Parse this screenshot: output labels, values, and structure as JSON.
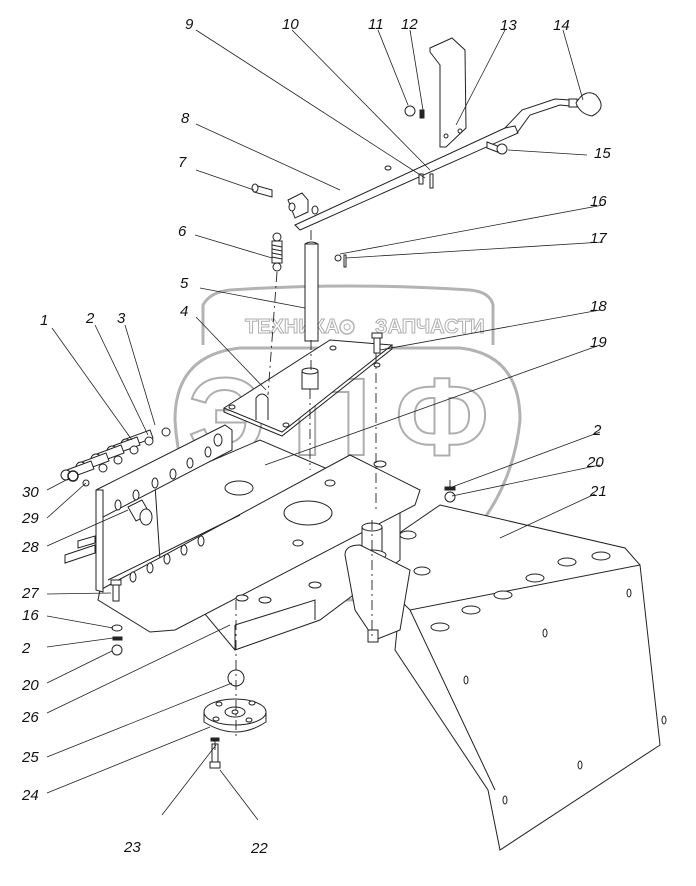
{
  "title": "Exploded assembly diagram — lever and bracket mounting",
  "watermark": {
    "left_text": "ТЕХНИКА",
    "right_text": "ЗАПЧАСТИ",
    "emblem_letters": [
      "Э",
      "П",
      "Ф"
    ],
    "gear_icon": "gear-icon"
  },
  "callouts": [
    {
      "id": "1",
      "text": "1"
    },
    {
      "id": "2",
      "text": "2"
    },
    {
      "id": "3",
      "text": "3"
    },
    {
      "id": "4",
      "text": "4"
    },
    {
      "id": "5",
      "text": "5"
    },
    {
      "id": "6",
      "text": "6"
    },
    {
      "id": "7",
      "text": "7"
    },
    {
      "id": "8",
      "text": "8"
    },
    {
      "id": "9",
      "text": "9"
    },
    {
      "id": "10",
      "text": "10"
    },
    {
      "id": "11",
      "text": "11"
    },
    {
      "id": "12",
      "text": "12"
    },
    {
      "id": "13",
      "text": "13"
    },
    {
      "id": "14",
      "text": "14"
    },
    {
      "id": "15",
      "text": "15"
    },
    {
      "id": "16",
      "text": "16"
    },
    {
      "id": "17",
      "text": "17"
    },
    {
      "id": "18",
      "text": "18"
    },
    {
      "id": "19",
      "text": "19"
    },
    {
      "id": "2b",
      "text": "2"
    },
    {
      "id": "20",
      "text": "20"
    },
    {
      "id": "21",
      "text": "21"
    },
    {
      "id": "22",
      "text": "22"
    },
    {
      "id": "23",
      "text": "23"
    },
    {
      "id": "24",
      "text": "24"
    },
    {
      "id": "25",
      "text": "25"
    },
    {
      "id": "26",
      "text": "26"
    },
    {
      "id": "20b",
      "text": "20"
    },
    {
      "id": "2c",
      "text": "2"
    },
    {
      "id": "16b",
      "text": "16"
    },
    {
      "id": "27",
      "text": "27"
    },
    {
      "id": "28",
      "text": "28"
    },
    {
      "id": "29",
      "text": "29"
    },
    {
      "id": "30",
      "text": "30"
    }
  ]
}
